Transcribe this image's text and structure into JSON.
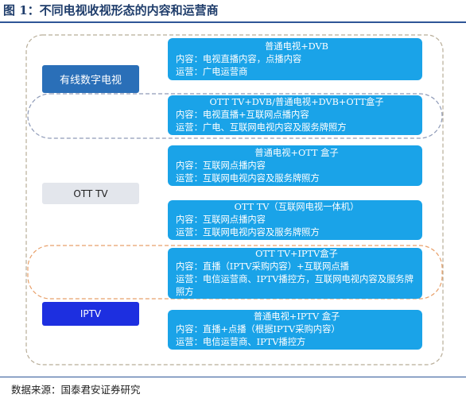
{
  "figure": {
    "title": "图 1：不同电视收视形态的内容和运营商",
    "source": "数据来源：国泰君安证券研究"
  },
  "categories": {
    "cable": "有线数字电视",
    "ott": "OTT TV",
    "iptv": "IPTV"
  },
  "colors": {
    "box": "#1aa3e8",
    "cable": "#2a6fb8",
    "ott": "#e3e6ec",
    "iptv": "#1d2fe0",
    "frame_outer": "#b8ad98",
    "frame_cable_ott": "#8f9bb8",
    "frame_ott_iptv": "#e8a06a",
    "rule": "#2e5597"
  },
  "boxes": [
    {
      "title": "普通电视+DVB",
      "lines": [
        "内容：电视直播内容，点播内容",
        "运营：广电运营商"
      ]
    },
    {
      "title": "OTT TV+DVB/普通电视+DVB+OTT盒子",
      "lines": [
        "内容：电视直播+互联网点播内容",
        "运营：广电、互联网电视内容及服务牌照方"
      ]
    },
    {
      "title": "普通电视+OTT 盒子",
      "lines": [
        "内容：互联网点播内容",
        "运营：互联网电视内容及服务牌照方"
      ]
    },
    {
      "title": "OTT TV（互联网电视一体机）",
      "lines": [
        "内容：互联网点播内容",
        "运营：互联网电视内容及服务牌照方"
      ]
    },
    {
      "title": "OTT TV+IPTV盒子",
      "lines": [
        "内容：直播（IPTV采购内容）+互联网点播",
        "运营：电信运营商、IPTV播控方，互联网电视内容及服务牌照方"
      ]
    },
    {
      "title": "普通电视+IPTV 盒子",
      "lines": [
        "内容：直播+点播（根据IPTV采购内容）",
        "运营：电信运营商、IPTV播控方"
      ]
    }
  ]
}
